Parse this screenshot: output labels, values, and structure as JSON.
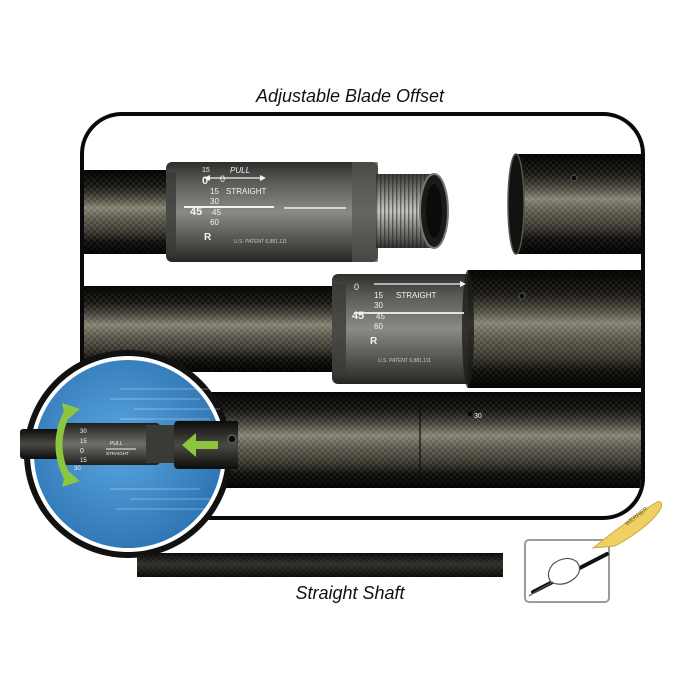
{
  "captions": {
    "top": "Adjustable Blade Offset",
    "bottom": "Straight Shaft"
  },
  "ferrule_upper": {
    "scale_0": "0",
    "scale_0b": "0",
    "pull": "PULL",
    "scale_15a": "15",
    "scale_15b": "15",
    "straight": "STRAIGHT",
    "scale_30": "30",
    "scale_45a": "45",
    "scale_45b": "45",
    "scale_60": "60",
    "side": "R",
    "patent": "U.S. PATENT 6,881,111"
  },
  "ferrule_middle": {
    "scale_0": "0",
    "scale_15": "15",
    "straight": "STRAIGHT",
    "scale_30": "30",
    "scale_45a": "45",
    "scale_45b": "45",
    "scale_60": "60",
    "side": "R",
    "patent": "U.S. PATENT 6,881,111"
  },
  "lower_tube_mark": "30",
  "inset_ferrule": {
    "scale_30": "30",
    "scale_15": "15",
    "scale_0": "0",
    "pull": "PULL",
    "straight": "STRAIGHT",
    "scale_15b": "15",
    "scale_30b": "30"
  },
  "blade_brand": "WERNER",
  "colors": {
    "carbon_dark": "#1c1b17",
    "carbon_light": "#9c9684",
    "ferrule": "#6a6a66",
    "inset_blue": "#3d86c6",
    "arrow_green": "#8cc63f",
    "blade_yellow": "#f0cf63"
  }
}
